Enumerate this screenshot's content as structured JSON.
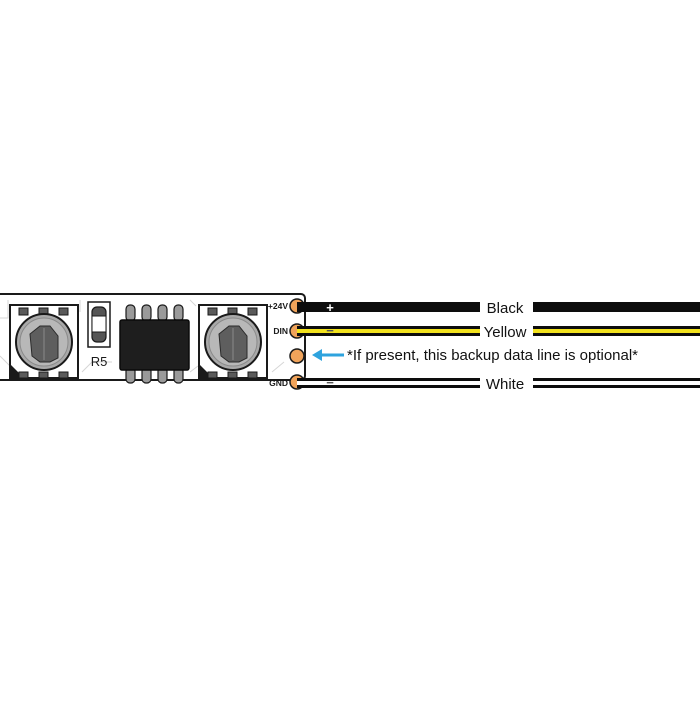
{
  "strip": {
    "resistor_label": "R5",
    "pads": {
      "power": "+24V",
      "data_in": "DIN",
      "ground": "GND"
    }
  },
  "wires": {
    "black": "Black",
    "yellow": "Yellow",
    "white": "White",
    "plus_symbol": "+",
    "minus_symbol": "−"
  },
  "note": "*If present, this backup data line is optional*",
  "colors": {
    "wire_black": "#0d0d0d",
    "wire_yellow": "#f2e21d",
    "arrow": "#2ea3de"
  }
}
